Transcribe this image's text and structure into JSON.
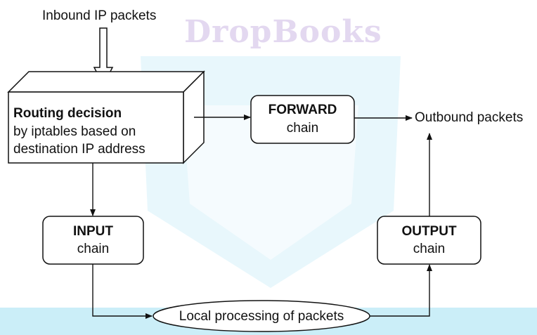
{
  "watermark": "DropBooks",
  "inbound_label": "Inbound IP packets",
  "routing": {
    "title": "Routing decision",
    "line2": "by iptables based on",
    "line3": "destination IP address"
  },
  "forward": {
    "title": "FORWARD",
    "sub": "chain"
  },
  "outbound_label": "Outbound packets",
  "input": {
    "title": "INPUT",
    "sub": "chain"
  },
  "output": {
    "title": "OUTPUT",
    "sub": "chain"
  },
  "local_processing": "Local processing of packets",
  "colors": {
    "watermark_band": "#cbeef8",
    "watermark_shape": "#e4f6fb",
    "watermark_text": "#e3d8f0"
  }
}
